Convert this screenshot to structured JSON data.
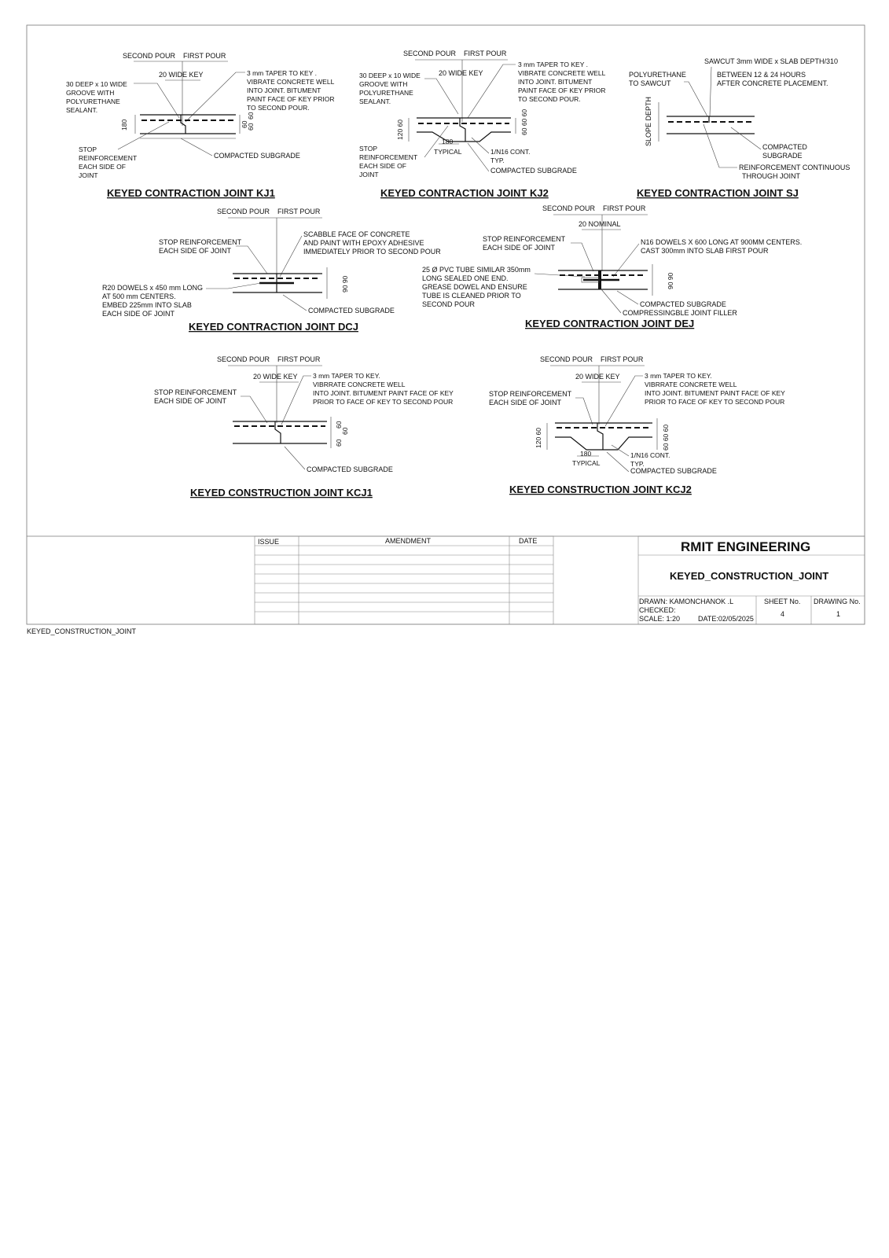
{
  "details": {
    "kj1": {
      "title": "KEYED CONTRACTION JOINT KJ1",
      "second_pour": "SECOND POUR",
      "first_pour": "FIRST POUR",
      "key": "20 WIDE KEY",
      "groove": [
        "30 DEEP x 10 WIDE",
        "GROOVE WITH",
        "POLYURETHANE",
        "SEALANT."
      ],
      "taper": [
        "3 mm  TAPER TO KEY .",
        "VIBRATE CONCRETE WELL",
        "INTO JOINT. BITUMENT",
        "PAINT FACE OF KEY PRIOR",
        "TO SECOND POUR."
      ],
      "stop": [
        "STOP",
        "REINFORCEMENT",
        "EACH SIDE OF",
        "JOINT"
      ],
      "subgrade": "COMPACTED SUBGRADE",
      "dim_left": "180",
      "dim_right_a": "60",
      "dim_right_b": "60",
      "dim_right_c": "60"
    },
    "kj2": {
      "title": "KEYED CONTRACTION JOINT KJ2",
      "second_pour": "SECOND POUR",
      "first_pour": "FIRST POUR",
      "key": "20 WIDE KEY",
      "groove": [
        "30 DEEP x 10 WIDE",
        "GROOVE WITH",
        "POLYURETHANE",
        "SEALANT."
      ],
      "taper": [
        "3 mm  TAPER TO KEY .",
        "VIBRATE CONCRETE WELL",
        "INTO JOINT. BITUMENT",
        "PAINT FACE OF KEY PRIOR",
        "TO SECOND POUR."
      ],
      "stop": [
        "STOP",
        "REINFORCEMENT",
        "EACH SIDE OF",
        "JOINT"
      ],
      "dim_typ": "180",
      "typical": "TYPICAL",
      "bar": [
        "1/N16 CONT.",
        "TYP."
      ],
      "subgrade": "COMPACTED SUBGRADE",
      "dim_left": "120 60",
      "dim_right": "60 60 60"
    },
    "sj": {
      "title": "KEYED CONTRACTION JOINT SJ",
      "sawcut": "SAWCUT 3mm WIDE x SLAB DEPTH/310",
      "timing": [
        "BETWEEN 12 & 24 HOURS",
        "AFTER CONCRETE PLACEMENT."
      ],
      "poly": [
        "POLYURETHANE",
        "TO SAWCUT"
      ],
      "slope": "SLOPE DEPTH",
      "subgrade": [
        "COMPACTED",
        "SUBGRADE"
      ],
      "reinf": [
        "REINFORCEMENT CONTINUOUS",
        "THROUGH JOINT"
      ]
    },
    "dcj": {
      "title": "KEYED CONTRACTION JOINT DCJ",
      "second_pour": "SECOND POUR",
      "first_pour": "FIRST POUR",
      "stop": [
        "STOP REINFORCEMENT",
        "EACH SIDE OF JOINT"
      ],
      "scabble": [
        "SCABBLE FACE OF CONCRETE",
        "AND PAINT WITH EPOXY ADHESIVE",
        "IMMEDIATELY PRIOR TO SECOND POUR"
      ],
      "dowels": [
        "R20 DOWELS x 450 mm LONG",
        "AT 500 mm CENTERS.",
        "EMBED 225mm INTO SLAB",
        "EACH SIDE OF JOINT"
      ],
      "subgrade": "COMPACTED SUBGRADE",
      "dim": "90 90"
    },
    "dej": {
      "title": "KEYED CONTRACTION JOINT DEJ",
      "second_pour": "SECOND POUR",
      "first_pour": "FIRST POUR",
      "nominal": "20 NOMINAL",
      "stop": [
        "STOP REINFORCEMENT",
        "EACH SIDE OF JOINT"
      ],
      "dowels": [
        "N16 DOWELS X 600 LONG AT 900MM CENTERS.",
        "CAST 300mm INTO SLAB FIRST POUR"
      ],
      "tube": [
        "25 Ø PVC TUBE SIMILAR 350mm",
        "LONG SEALED ONE END.",
        "GREASE DOWEL AND ENSURE",
        "TUBE IS CLEANED PRIOR TO",
        "SECOND POUR"
      ],
      "subgrade": "COMPACTED SUBGRADE",
      "filler": "COMPRESSINGBLE JOINT FILLER",
      "dim": "90 90"
    },
    "kcj1": {
      "title": "KEYED CONSTRUCTION JOINT KCJ1",
      "second_pour": "SECOND POUR",
      "first_pour": "FIRST POUR",
      "key": "20 WIDE KEY",
      "taper": [
        "3 mm TAPER TO KEY.",
        "VIBRRATE CONCRETE WELL",
        "INTO JOINT. BITUMENT PAINT FACE OF KEY",
        "PRIOR TO FACE OF KEY TO SECOND POUR"
      ],
      "stop": [
        "STOP REINFORCEMENT",
        "EACH SIDE OF JOINT"
      ],
      "subgrade": "COMPACTED SUBGRADE",
      "dim_a": "60",
      "dim_b": "60",
      "dim_c": "60"
    },
    "kcj2": {
      "title": "KEYED CONSTRUCTION JOINT KCJ2",
      "second_pour": "SECOND POUR",
      "first_pour": "FIRST POUR",
      "key": "20 WIDE KEY",
      "taper": [
        "3 mm TAPER TO KEY.",
        "VIBRRATE CONCRETE WELL",
        "INTO JOINT. BITUMENT PAINT FACE OF KEY",
        "PRIOR TO FACE OF KEY TO SECOND POUR"
      ],
      "stop": [
        "STOP REINFORCEMENT",
        "EACH SIDE OF JOINT"
      ],
      "dim_typ": "180",
      "typical": "TYPICAL",
      "bar": [
        "1/N16 CONT.",
        "TYP."
      ],
      "subgrade": "COMPACTED SUBGRADE",
      "dim_left": "120 60",
      "dim_right": "60 60 60"
    }
  },
  "title_block": {
    "col_issue": "ISSUE",
    "col_amendment": "AMENDMENT",
    "col_date": "DATE",
    "company": "RMIT ENGINEERING",
    "drawing_title": "KEYED_CONSTRUCTION_JOINT",
    "drawn": "DRAWN: KAMONCHANOK .L",
    "checked": "CHECKED:",
    "scale": "SCALE: 1:20",
    "date": "DATE:02/05/2025",
    "sheet_label": "SHEET No.",
    "sheet_value": "4",
    "drawing_label": "DRAWING No.",
    "drawing_value": "1"
  },
  "footer": "KEYED_CONSTRUCTION_JOINT"
}
